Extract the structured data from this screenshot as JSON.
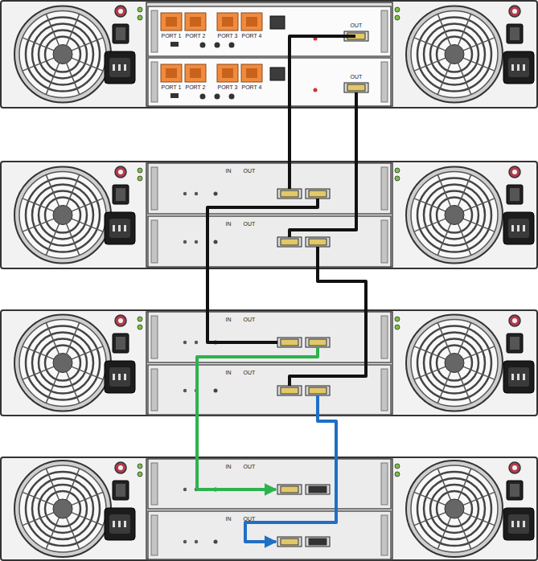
{
  "diagram": {
    "nodes": [
      {
        "text": [
          "PORT 1",
          "PORT 2",
          "PORT 3",
          "PORT 4",
          "OUT"
        ]
      },
      {
        "text": [
          "PORT 1",
          "PORT 2",
          "PORT 3",
          "PORT 4",
          "OUT"
        ]
      },
      {
        "text": [
          "IN",
          "OUT"
        ]
      },
      {
        "text": [
          "IN",
          "OUT"
        ]
      },
      {
        "text": [
          "IN",
          "OUT"
        ]
      },
      {
        "text": [
          "IN",
          "OUT"
        ]
      },
      {
        "text": [
          "IN",
          "OUT"
        ]
      },
      {
        "text": [
          "IN",
          "OUT"
        ]
      }
    ],
    "edges": [
      {
        "from": 0,
        "to": 2,
        "arrow": "none"
      },
      {
        "from": 1,
        "to": 3,
        "arrow": "none"
      },
      {
        "from": 2,
        "to": 4,
        "arrow": "none"
      },
      {
        "from": 3,
        "to": 5,
        "arrow": "none"
      },
      {
        "from": 4,
        "to": 6,
        "arrow": "to"
      },
      {
        "from": 5,
        "to": 7,
        "arrow": "to"
      }
    ]
  }
}
